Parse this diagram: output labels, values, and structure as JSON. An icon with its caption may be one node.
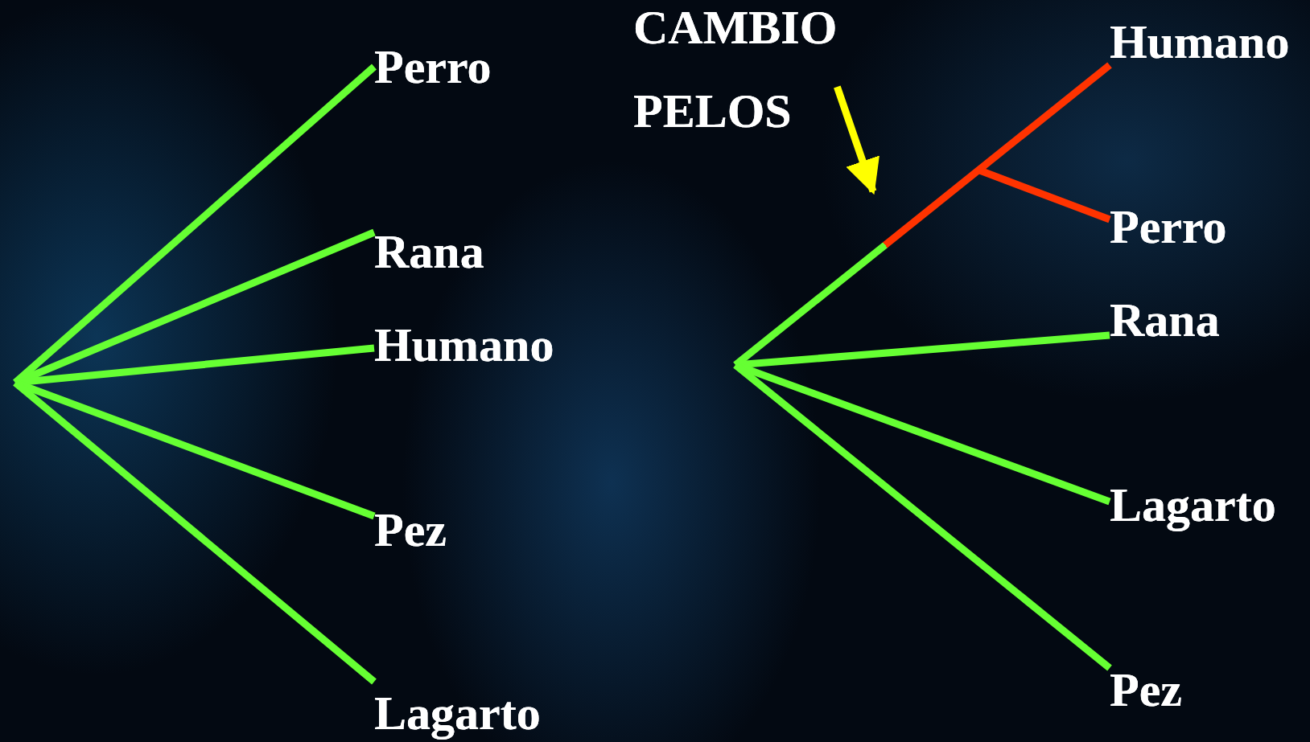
{
  "diagram": {
    "nodes": [
      {
        "text": [
          "Perro"
        ]
      },
      {
        "text": [
          "Rana"
        ]
      },
      {
        "text": [
          "Humano"
        ]
      },
      {
        "text": [
          "Pez"
        ]
      },
      {
        "text": [
          "Lagarto"
        ]
      },
      {
        "text": [
          "CAMBIO PELOS"
        ]
      },
      {
        "text": [
          "Humano"
        ]
      },
      {
        "text": [
          "Perro"
        ]
      },
      {
        "text": [
          "Rana"
        ]
      },
      {
        "text": [
          "Lagarto"
        ]
      },
      {
        "text": [
          "Pez"
        ]
      }
    ],
    "edges": [
      {
        "from": null,
        "to": 0,
        "arrow": "none"
      },
      {
        "from": null,
        "to": 1,
        "arrow": "none"
      },
      {
        "from": null,
        "to": 2,
        "arrow": "none"
      },
      {
        "from": null,
        "to": 3,
        "arrow": "none"
      },
      {
        "from": null,
        "to": 4,
        "arrow": "none"
      },
      {
        "from": null,
        "to": 6,
        "arrow": "none",
        "color": "#ff3300"
      },
      {
        "from": null,
        "to": 7,
        "arrow": "none",
        "color": "#ff3300"
      },
      {
        "from": null,
        "to": 8,
        "arrow": "none"
      },
      {
        "from": null,
        "to": 9,
        "arrow": "none"
      },
      {
        "from": null,
        "to": 10,
        "arrow": "none"
      },
      {
        "from": 5,
        "to": null,
        "arrow": "to",
        "color": "#ffff00"
      }
    ]
  }
}
